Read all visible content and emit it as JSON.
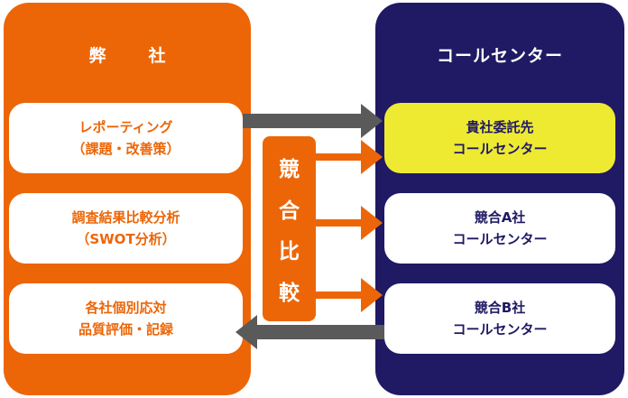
{
  "colors": {
    "orange": "#ec6608",
    "navy": "#1f1a63",
    "gray": "#5a5a5a",
    "yellow": "#eeea32",
    "white": "#ffffff"
  },
  "left": {
    "title": "弊　社",
    "items": [
      {
        "line1": "レポーティング",
        "line2": "（課題・改善策）"
      },
      {
        "line1": "調査結果比較分析",
        "line2": "（SWOT分析）"
      },
      {
        "line1": "各社個別応対",
        "line2": "品質評価・記録"
      }
    ]
  },
  "right": {
    "title": "コールセンター",
    "items": [
      {
        "line1": "貴社委託先",
        "line2": "コールセンター"
      },
      {
        "line1": "競合A社",
        "line2": "コールセンター"
      },
      {
        "line1": "競合B社",
        "line2": "コールセンター"
      }
    ]
  },
  "compare": {
    "chars": [
      "競",
      "合",
      "比",
      "較"
    ]
  }
}
